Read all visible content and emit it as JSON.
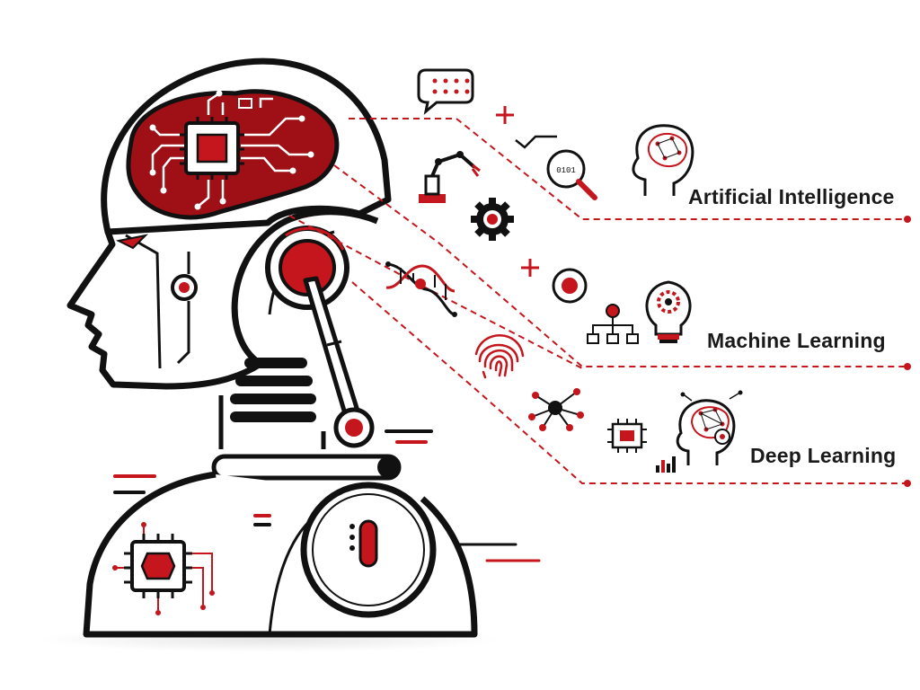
{
  "colors": {
    "accent": "#c4161c",
    "dark_red": "#9e1016",
    "ink": "#111111"
  },
  "labels": {
    "ai": "Artificial Intelligence",
    "ml": "Machine Learning",
    "dl": "Deep Learning"
  },
  "icons": {
    "binary_text": "0101"
  }
}
